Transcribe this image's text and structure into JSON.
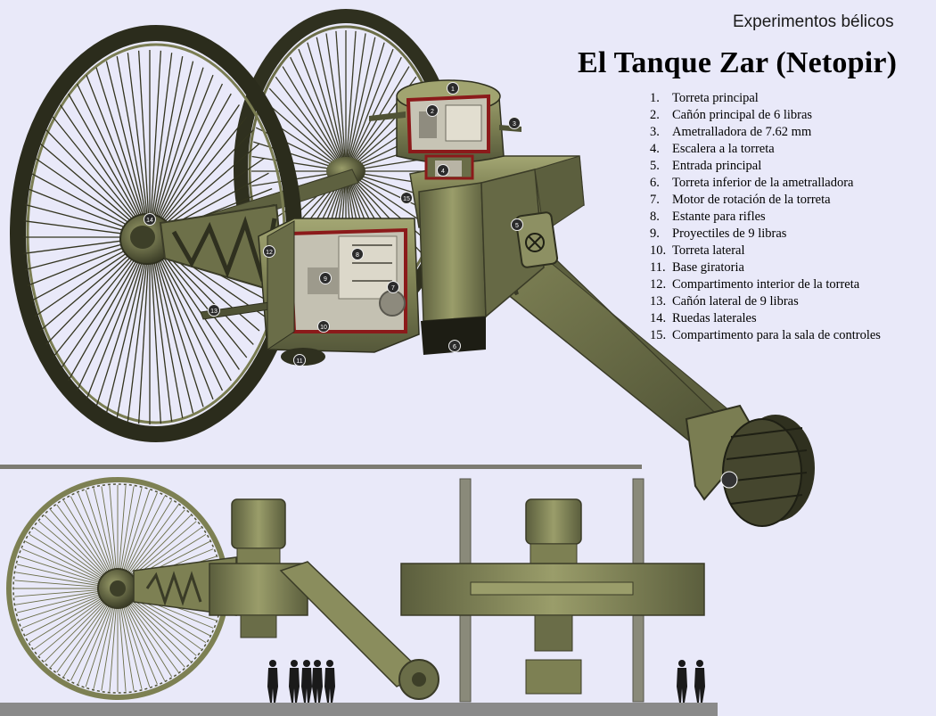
{
  "header": {
    "subtitle": "Experimentos bélicos",
    "title": "El Tanque Zar (Netopir)"
  },
  "legend": {
    "items": [
      {
        "num": "1.",
        "label": "Torreta principal"
      },
      {
        "num": "2.",
        "label": "Cañón principal de 6 libras"
      },
      {
        "num": "3.",
        "label": "Ametralladora de 7.62 mm"
      },
      {
        "num": "4.",
        "label": "Escalera a la torreta"
      },
      {
        "num": "5.",
        "label": "Entrada principal"
      },
      {
        "num": "6.",
        "label": "Torreta inferior de la ametralladora"
      },
      {
        "num": "7.",
        "label": "Motor de rotación de la torreta"
      },
      {
        "num": "8.",
        "label": "Estante para rifles"
      },
      {
        "num": "9.",
        "label": "Proyectiles de 9 libras"
      },
      {
        "num": "10.",
        "label": "Torreta lateral"
      },
      {
        "num": "11.",
        "label": "Base giratoria"
      },
      {
        "num": "12.",
        "label": "Compartimento interior de la torreta"
      },
      {
        "num": "13.",
        "label": "Cañón lateral de 9 libras"
      },
      {
        "num": "14.",
        "label": "Ruedas laterales"
      },
      {
        "num": "15.",
        "label": "Compartimento para la sala de controles"
      }
    ]
  },
  "callouts": [
    "1",
    "2",
    "3",
    "4",
    "5",
    "6",
    "7",
    "8",
    "9",
    "10",
    "11",
    "12",
    "13",
    "14",
    "15"
  ],
  "colors": {
    "background": "#e9e9f9",
    "hull": "#7a7d52",
    "hull_light": "#9a9d6a",
    "hull_dark": "#4e5033",
    "wheel": "#3a3a2a",
    "interior": "#b9b6a8",
    "cutaway_edge": "#8b1a1a",
    "ground": "#6e6e6e"
  },
  "icons": [
    "wheel-spokes-icon",
    "soldier-silhouette-icon",
    "hatch-cross-icon"
  ]
}
